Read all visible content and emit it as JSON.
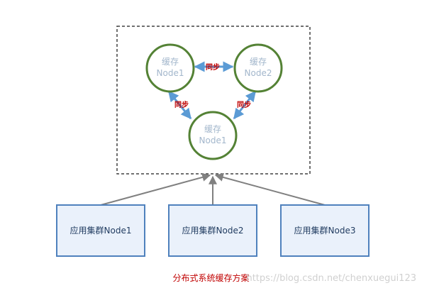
{
  "cache_nodes": [
    {
      "title": "缓存",
      "name": "Node1"
    },
    {
      "title": "缓存",
      "name": "Node2"
    },
    {
      "title": "缓存",
      "name": "Node1"
    }
  ],
  "sync_label": "同步",
  "app_nodes": [
    "应用集群Node1",
    "应用集群Node2",
    "应用集群Node3"
  ],
  "caption": "分布式系统缓存方案",
  "watermark": "https://blog.csdn.net/chenxuegui123",
  "colors": {
    "circle_stroke": "#548235",
    "arrow_blue": "#5b9bd5",
    "app_box_stroke": "#4f81bd",
    "app_box_fill": "#eaf1fb",
    "sync_text": "#c00000",
    "connector": "#808080"
  }
}
